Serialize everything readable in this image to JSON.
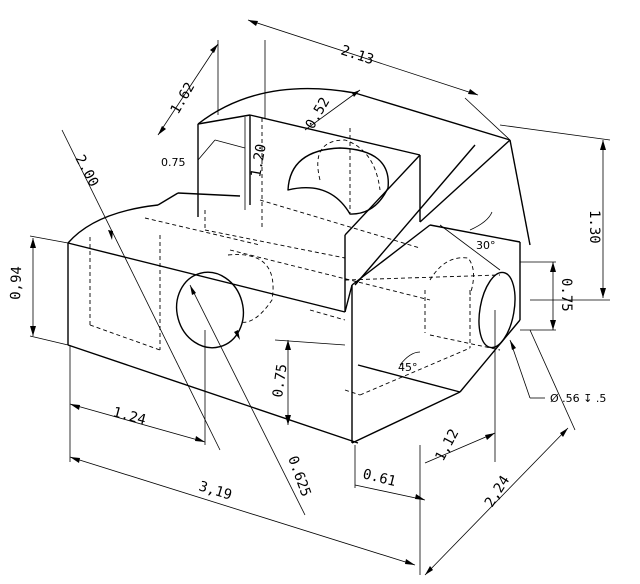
{
  "dimensions": {
    "overall_length": "2.13",
    "width_1_62": "1.62",
    "offset_0_52": "0.52",
    "hole_depth_0_75_top": "0.75",
    "boss_height_1_20": "1.20",
    "radius_2_00": "2.00",
    "height_0_94": "0,94",
    "length_1_24": "1.24",
    "total_3_19": "3,19",
    "hole_0_625": "0.625",
    "height_0_75_front": "0.75",
    "depth_0_61": "0.61",
    "depth_1_12": "1,12",
    "depth_2_24": "2,24",
    "height_1_30": "1.30",
    "height_0_75_right": "0.75",
    "angle_30": "30°",
    "angle_45": "45°",
    "hole_callout": "Ø .56 ↧ .5"
  }
}
